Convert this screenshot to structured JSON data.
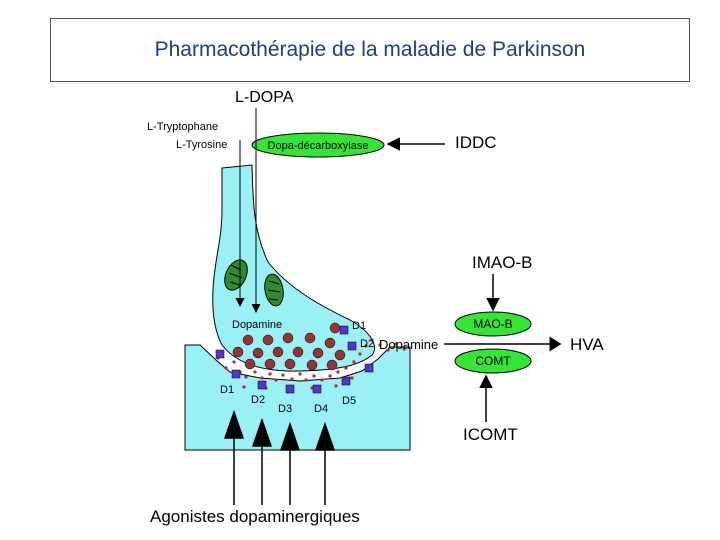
{
  "title": "Pharmacothérapie de la maladie de Parkinson",
  "labels": {
    "ldopa": "L-DOPA",
    "tryptophane": "L-Tryptophane",
    "tyrosine": "L-Tyrosine",
    "enzyme": "Dopa-décarboxylase",
    "iddc": "IDDC",
    "imaob": "IMAO-B",
    "maob": "MAO-B",
    "comt": "COMT",
    "icomt": "ICOMT",
    "hva": "HVA",
    "dopamine_vesicle": "Dopamine",
    "dopamine_cleft": "Dopamine",
    "d1_pre": "D1",
    "d2_pre": "D2",
    "d1_post": "D1",
    "d2_post": "D2",
    "d3": "D3",
    "d4": "D4",
    "d5": "D5",
    "agonists": "Agonistes dopaminergiques"
  },
  "colors": {
    "neuron": "#99f0f5",
    "enzyme_fill": "#33e633",
    "vesicle": "#993333",
    "receptor": "#5533cc",
    "title": "#1f3a93"
  }
}
